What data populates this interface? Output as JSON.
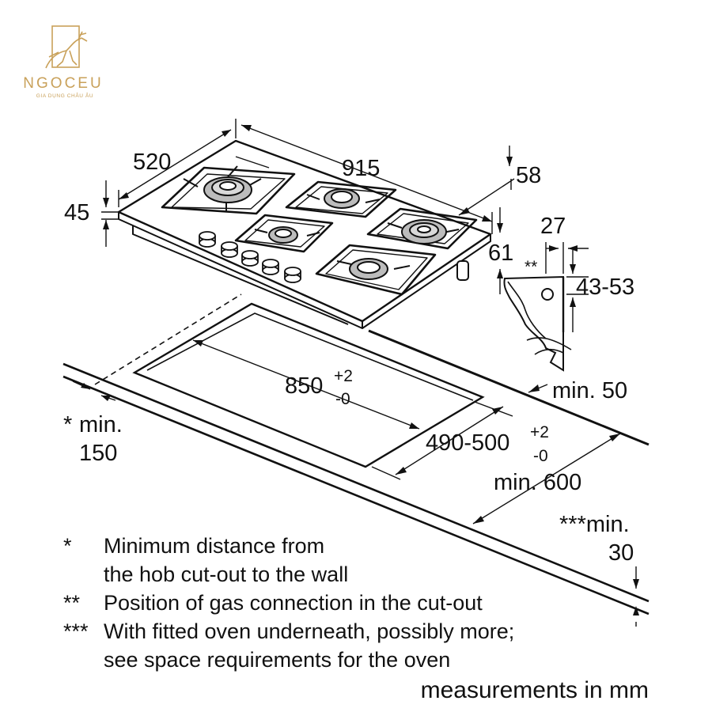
{
  "logo": {
    "word": "NGOCEU",
    "tagline": "GIA DỤNG CHÂU ÂU",
    "color": "#c9a15a"
  },
  "dimensions": {
    "hob_depth": "520",
    "hob_width": "915",
    "hob_height": "45",
    "knob_offset": "58",
    "gas_pipe_depth": "61",
    "gas_marker": "**",
    "connection_offset": "27",
    "connection_height": "43-53",
    "front_clearance": "min. 50",
    "cutout_width": "850",
    "cutout_width_tol_plus": "+2",
    "cutout_width_tol_minus": "-0",
    "cutout_depth": "490-500",
    "cutout_depth_tol_plus": "+2",
    "cutout_depth_tol_minus": "-0",
    "wall_min_symbol": "*",
    "wall_min_label": "min.",
    "wall_min_value": "150",
    "worktop_depth": "min. 600",
    "oven_min_label": "***min.",
    "oven_min_value": "30"
  },
  "legend": [
    {
      "symbol": "*",
      "text": "Minimum distance from"
    },
    {
      "symbol": "",
      "text": "the hob cut-out to the wall"
    },
    {
      "symbol": "**",
      "text": "Position of gas connection in the cut-out"
    },
    {
      "symbol": "***",
      "text": "With fitted oven underneath, possibly more;"
    },
    {
      "symbol": "",
      "text": "see space requirements for the oven"
    }
  ],
  "units_note": "measurements in mm",
  "colors": {
    "line": "#111111",
    "burner": "#bcbcbc"
  }
}
